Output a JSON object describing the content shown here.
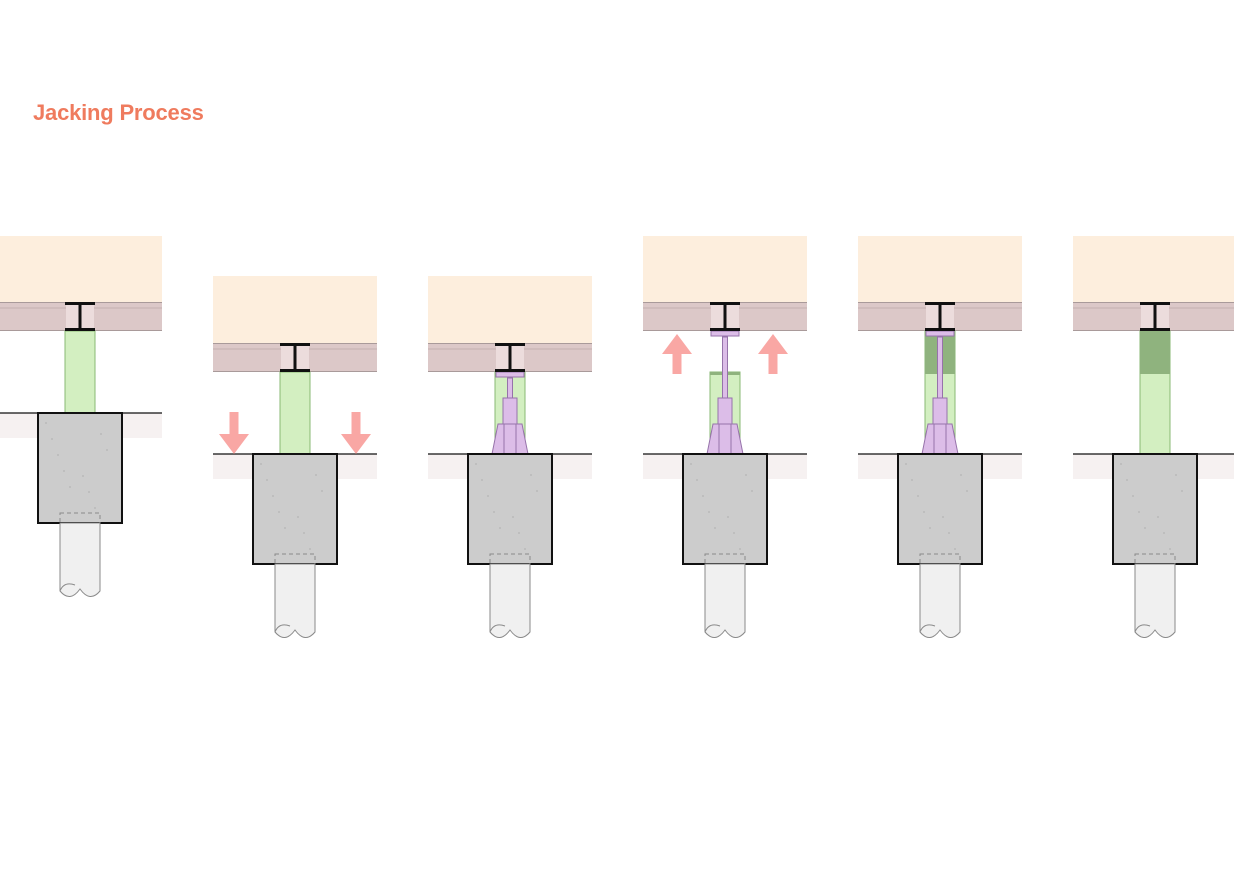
{
  "title": "Jacking Process",
  "colors": {
    "title": "#ef7b5e",
    "slab": "#fdeedd",
    "beam_band": "#dcc8c8",
    "band_line": "#a99a9a",
    "steel": "#111111",
    "beam_fill": "#ecdcdc",
    "post": "#d3efc1",
    "post_dark": "#8fb37e",
    "post_edge": "#8ab874",
    "jack": "#dcbde8",
    "jack_edge": "#9673aa",
    "pile_cap": "#cccccc",
    "pile": "#f0f0f0",
    "pile_edge": "#8a8a8a",
    "ground_shade": "#f6f1f1",
    "arrow": "#f9a7a4"
  },
  "steps": [
    {
      "id": 1,
      "state": "original",
      "post": "full",
      "jack": "none",
      "arrows": "none"
    },
    {
      "id": 2,
      "state": "settled",
      "post": "full",
      "jack": "none",
      "arrows": "down"
    },
    {
      "id": 3,
      "state": "jack-installed",
      "post": "cut",
      "jack": "retracted",
      "arrows": "none"
    },
    {
      "id": 4,
      "state": "jacked-up",
      "post": "cut",
      "jack": "extended",
      "arrows": "up"
    },
    {
      "id": 5,
      "state": "shim-added",
      "post": "full-shimmed",
      "jack": "extended",
      "arrows": "none"
    },
    {
      "id": 6,
      "state": "completed",
      "post": "full-shimmed",
      "jack": "none",
      "arrows": "none"
    }
  ]
}
